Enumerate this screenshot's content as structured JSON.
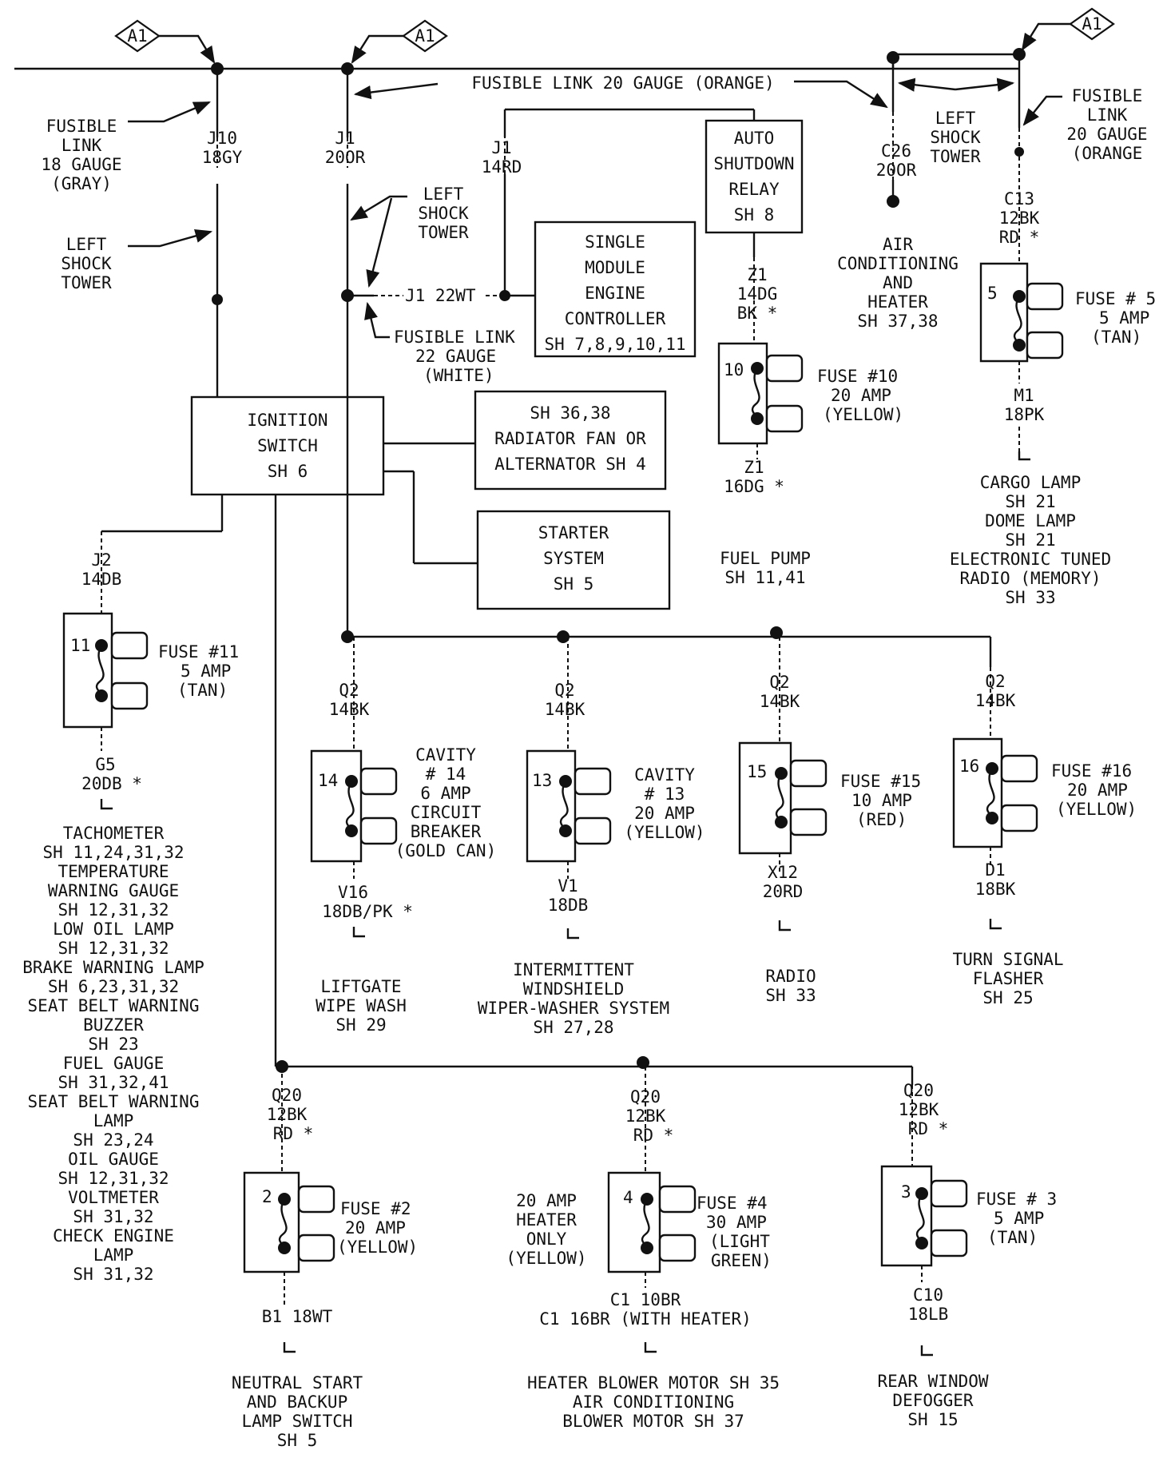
{
  "connector": "A1",
  "fusible_link_20": "FUSIBLE LINK 20 GAUGE (ORANGE)",
  "fusible_link_18": [
    "FUSIBLE",
    "LINK",
    "18 GAUGE",
    "(GRAY)"
  ],
  "fusible_link_20_right": [
    "FUSIBLE",
    "LINK",
    "20 GAUGE",
    "(ORANGE"
  ],
  "fusible_link_22": [
    "FUSIBLE LINK",
    "22 GAUGE",
    "(WHITE)"
  ],
  "left_shock_tower": [
    "LEFT",
    "SHOCK",
    "TOWER"
  ],
  "wires": {
    "j10": [
      "J10",
      "18GY"
    ],
    "j1_main": [
      "J1",
      "20OR"
    ],
    "j1_14rd": [
      "J1",
      "14RD"
    ],
    "j1_22wt": "J1 22WT",
    "c26": [
      "C26",
      "20OR"
    ],
    "c13": [
      "C13",
      "12BK",
      "RD *"
    ],
    "z1_top": [
      "Z1",
      "14DG",
      "BK *"
    ],
    "z1_bot": [
      "Z1",
      "16DG *"
    ],
    "m1": [
      "M1",
      "18PK"
    ],
    "j2": [
      "J2",
      "14DB"
    ],
    "g5": [
      "G5",
      "20DB *"
    ],
    "q2": [
      "Q2",
      "14BK"
    ],
    "v16": [
      "V16",
      "18DB/PK *"
    ],
    "v1": [
      "V1",
      "18DB"
    ],
    "x12": [
      "X12",
      "20RD"
    ],
    "d1": [
      "D1",
      "18BK"
    ],
    "q20": [
      "Q20",
      "12BK",
      "RD *"
    ],
    "b1": "B1 18WT",
    "c1": [
      "C1 10BR",
      "C1 16BR (WITH HEATER)"
    ],
    "c10": [
      "C10",
      "18LB"
    ]
  },
  "boxes": {
    "asd_relay": [
      "AUTO",
      "SHUTDOWN",
      "RELAY",
      "SH 8"
    ],
    "smec": [
      "SINGLE",
      "MODULE",
      "ENGINE",
      "CONTROLLER",
      "SH 7,8,9,10,11"
    ],
    "ignition": [
      "IGNITION",
      "SWITCH",
      "SH 6"
    ],
    "radiator": [
      "SH 36,38",
      "RADIATOR FAN OR",
      "ALTERNATOR  SH 4"
    ],
    "starter": [
      "STARTER",
      "SYSTEM",
      "SH 5"
    ]
  },
  "fuses": {
    "f5": {
      "num": "5",
      "label": [
        "FUSE # 5",
        "5 AMP",
        "(TAN)"
      ]
    },
    "f10": {
      "num": "10",
      "label": [
        "FUSE #10",
        "20 AMP",
        "(YELLOW)"
      ]
    },
    "f11": {
      "num": "11",
      "label": [
        "FUSE #11",
        "5 AMP",
        "(TAN)"
      ]
    },
    "f14": {
      "num": "14",
      "label": [
        "CAVITY",
        "# 14",
        "6 AMP",
        "CIRCUIT",
        "BREAKER",
        "(GOLD CAN)"
      ]
    },
    "f13": {
      "num": "13",
      "label": [
        "CAVITY",
        "# 13",
        "20 AMP",
        "(YELLOW)"
      ]
    },
    "f15": {
      "num": "15",
      "label": [
        "FUSE #15",
        "10 AMP",
        "(RED)"
      ]
    },
    "f16": {
      "num": "16",
      "label": [
        "FUSE #16",
        "20 AMP",
        "(YELLOW)"
      ]
    },
    "f2": {
      "num": "2",
      "label": [
        "FUSE #2",
        "20 AMP",
        "(YELLOW)"
      ]
    },
    "f4": {
      "num": "4",
      "label": [
        "FUSE #4",
        "30 AMP",
        "(LIGHT",
        "GREEN)"
      ]
    },
    "f3": {
      "num": "3",
      "label": [
        "FUSE # 3",
        "5 AMP",
        "(TAN)"
      ]
    }
  },
  "heater_note": [
    "20 AMP",
    "HEATER",
    "ONLY",
    "(YELLOW)"
  ],
  "destinations": {
    "ac_heater": [
      "AIR",
      "CONDITIONING",
      "AND",
      "HEATER",
      "SH 37,38"
    ],
    "fuel_pump": [
      "FUEL PUMP",
      "SH 11,41"
    ],
    "cargo": [
      "CARGO LAMP",
      "SH 21",
      "DOME LAMP",
      "SH 21",
      "ELECTRONIC TUNED",
      "RADIO (MEMORY)",
      "SH 33"
    ],
    "cluster": [
      "TACHOMETER",
      "SH 11,24,31,32",
      "TEMPERATURE",
      "WARNING GAUGE",
      "SH 12,31,32",
      "LOW OIL LAMP",
      "SH 12,31,32",
      "BRAKE WARNING LAMP",
      "SH 6,23,31,32",
      "SEAT BELT WARNING",
      "BUZZER",
      "SH 23",
      "FUEL GAUGE",
      "SH 31,32,41",
      "SEAT BELT WARNING",
      "LAMP",
      "SH 23,24",
      "OIL GAUGE",
      "SH 12,31,32",
      "VOLTMETER",
      "SH 31,32",
      "CHECK ENGINE",
      "LAMP",
      "SH 31,32"
    ],
    "liftgate": [
      "LIFTGATE",
      "WIPE WASH",
      "SH 29"
    ],
    "wiper": [
      "INTERMITTENT",
      "WINDSHIELD",
      "WIPER-WASHER SYSTEM",
      "SH 27,28"
    ],
    "radio": [
      "RADIO",
      "SH 33"
    ],
    "turn": [
      "TURN SIGNAL",
      "FLASHER",
      "SH 25"
    ],
    "neutral": [
      "NEUTRAL START",
      "AND BACKUP",
      "LAMP SWITCH",
      "SH 5"
    ],
    "blower": [
      "HEATER BLOWER MOTOR SH 35",
      "AIR CONDITIONING",
      "BLOWER MOTOR SH 37"
    ],
    "defogger": [
      "REAR WINDOW",
      "DEFOGGER",
      "SH 15"
    ]
  }
}
